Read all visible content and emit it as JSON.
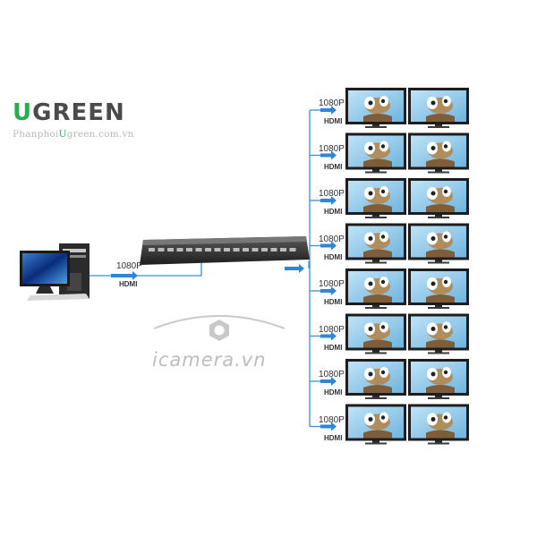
{
  "brand": {
    "logo_text": "UGREEN",
    "logo_first_letter": "U",
    "logo_rest": "GREEN",
    "website_parts": [
      "Phanphoi",
      "U",
      "green.com.vn"
    ],
    "brand_color": "#2fa84f"
  },
  "watermark": {
    "text": "icamera.vn",
    "color": "#bdbdbd"
  },
  "input": {
    "source_device": "desktop-computer",
    "resolution_label": "1080P",
    "port_label": "HDMI"
  },
  "splitter": {
    "device": "hdmi-splitter-1x16"
  },
  "outputs": {
    "rows": [
      {
        "resolution_label": "1080P",
        "port_label": "HDMI"
      },
      {
        "resolution_label": "1080P",
        "port_label": "HDMI"
      },
      {
        "resolution_label": "1080P",
        "port_label": "HDMI"
      },
      {
        "resolution_label": "1080P",
        "port_label": "HDMI"
      },
      {
        "resolution_label": "1080P",
        "port_label": "HDMI"
      },
      {
        "resolution_label": "1080P",
        "port_label": "HDMI"
      },
      {
        "resolution_label": "1080P",
        "port_label": "HDMI"
      },
      {
        "resolution_label": "1080P",
        "port_label": "HDMI"
      }
    ],
    "monitors_per_row": 2
  },
  "colors": {
    "connector_line": "#3d8fd6",
    "arrow": "#2f86d4"
  }
}
